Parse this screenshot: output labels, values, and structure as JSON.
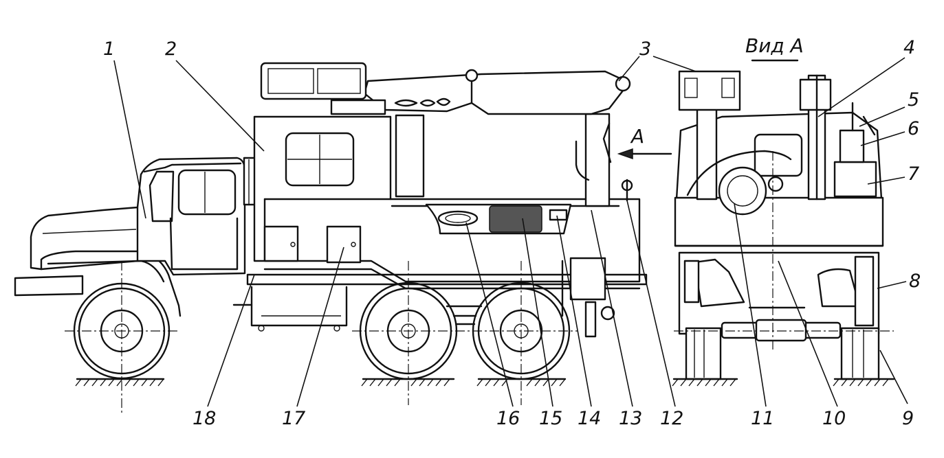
{
  "view_title": "Вид А",
  "arrow_label": "А",
  "callouts": [
    "1",
    "2",
    "3",
    "4",
    "5",
    "6",
    "7",
    "8",
    "9",
    "10",
    "11",
    "12",
    "13",
    "14",
    "15",
    "16",
    "17",
    "18"
  ]
}
